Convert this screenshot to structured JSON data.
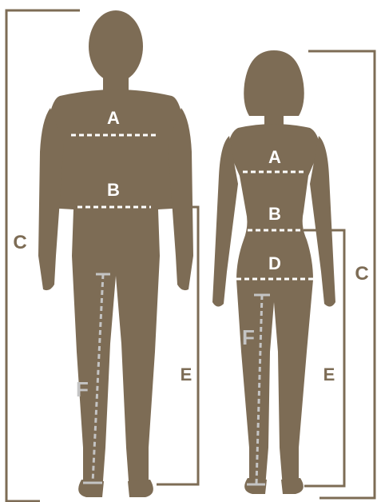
{
  "colors": {
    "silhouette": "#7d6c55",
    "bracket": "#7d6c55",
    "measure_line": "#ffffff",
    "inseam_line": "#c4c4c4",
    "label_on_body": "#ffffff",
    "label_off_body": "#7d6c55"
  },
  "figures": {
    "male": {
      "labels": {
        "chest": "A",
        "waist": "B",
        "height": "C",
        "leg": "E",
        "inseam": "F"
      }
    },
    "female": {
      "labels": {
        "bust": "A",
        "waist": "B",
        "height": "C",
        "hip": "D",
        "leg": "E",
        "inseam": "F"
      }
    }
  }
}
